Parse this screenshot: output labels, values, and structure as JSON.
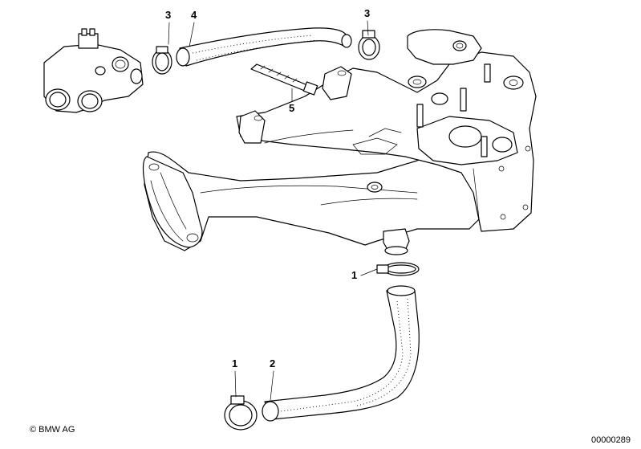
{
  "callouts": [
    {
      "id": "c-3a",
      "label": "3"
    },
    {
      "id": "c-4",
      "label": "4"
    },
    {
      "id": "c-3b",
      "label": "3"
    },
    {
      "id": "c-5",
      "label": "5"
    },
    {
      "id": "c-1a",
      "label": "1"
    },
    {
      "id": "c-1b",
      "label": "1"
    },
    {
      "id": "c-2",
      "label": "2"
    }
  ],
  "footer": {
    "copyright": "© BMW AG",
    "diagram_number": "00000289"
  }
}
